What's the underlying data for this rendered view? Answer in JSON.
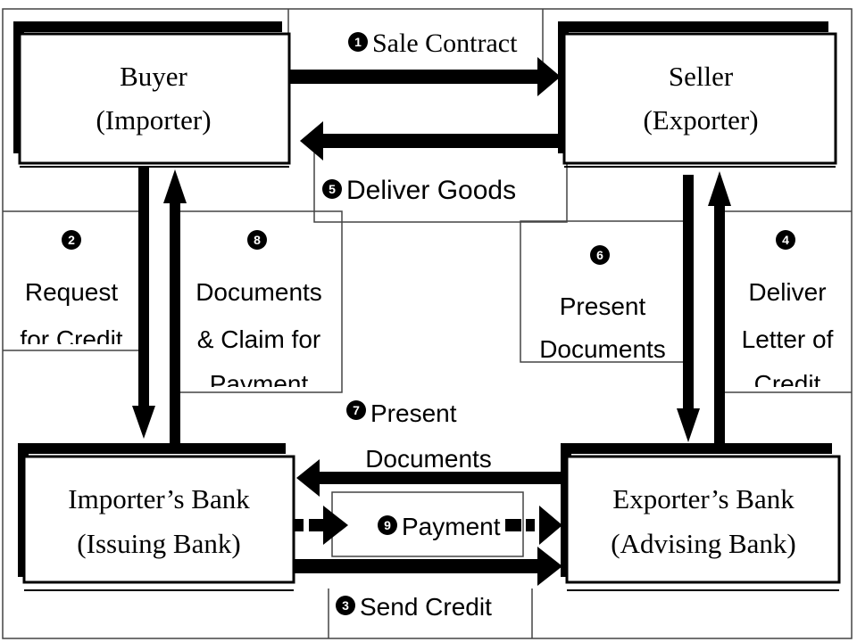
{
  "parties": {
    "buyer": {
      "line1": "Buyer",
      "line2": "(Importer)"
    },
    "seller": {
      "line1": "Seller",
      "line2": "(Exporter)"
    },
    "importer_bank": {
      "line1": "Importer’s Bank",
      "line2": "(Issuing Bank)"
    },
    "exporter_bank": {
      "line1": "Exporter’s Bank",
      "line2": "(Advising Bank)"
    }
  },
  "steps": {
    "s1": {
      "number": "1",
      "label": "Sale Contract"
    },
    "s2": {
      "number": "2",
      "line1": "Request",
      "line2": "for Credit"
    },
    "s3": {
      "number": "3",
      "label": "Send Credit"
    },
    "s4": {
      "number": "4",
      "line1": "Deliver",
      "line2": "Letter of",
      "line3": "Credit"
    },
    "s5": {
      "number": "5",
      "label": "Deliver Goods"
    },
    "s6": {
      "number": "6",
      "line1": "Present",
      "line2": "Documents"
    },
    "s7": {
      "number": "7",
      "line1": "Present",
      "line2": "Documents"
    },
    "s8": {
      "number": "8",
      "line1": "Documents",
      "line2": "& Claim for",
      "line3": "Payment"
    },
    "s9": {
      "number": "9",
      "label": "Payment"
    }
  },
  "colors": {
    "ink": "#000000",
    "line": "#444444",
    "paper": "#ffffff"
  }
}
